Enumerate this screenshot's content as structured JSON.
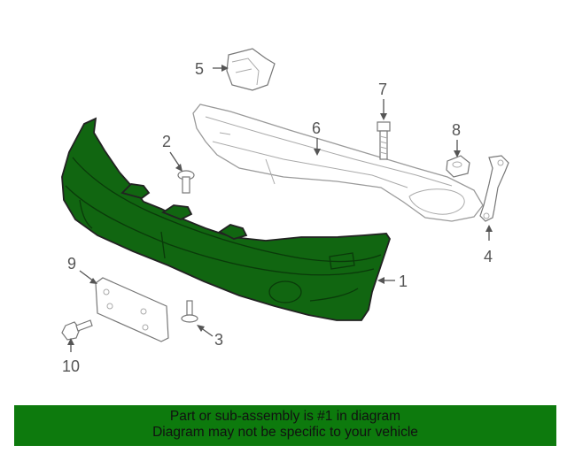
{
  "callouts": {
    "c1": "1",
    "c2": "2",
    "c3": "3",
    "c4": "4",
    "c5": "5",
    "c6": "6",
    "c7": "7",
    "c8": "8",
    "c9": "9",
    "c10": "10"
  },
  "banner": {
    "line1": "Part or sub-assembly is #1 in diagram",
    "line2": "Diagram may not be specific to your vehicle"
  },
  "colors": {
    "highlight_part": "#116611",
    "banner_background": "#0d7a0d",
    "callout_text": "#555555"
  }
}
